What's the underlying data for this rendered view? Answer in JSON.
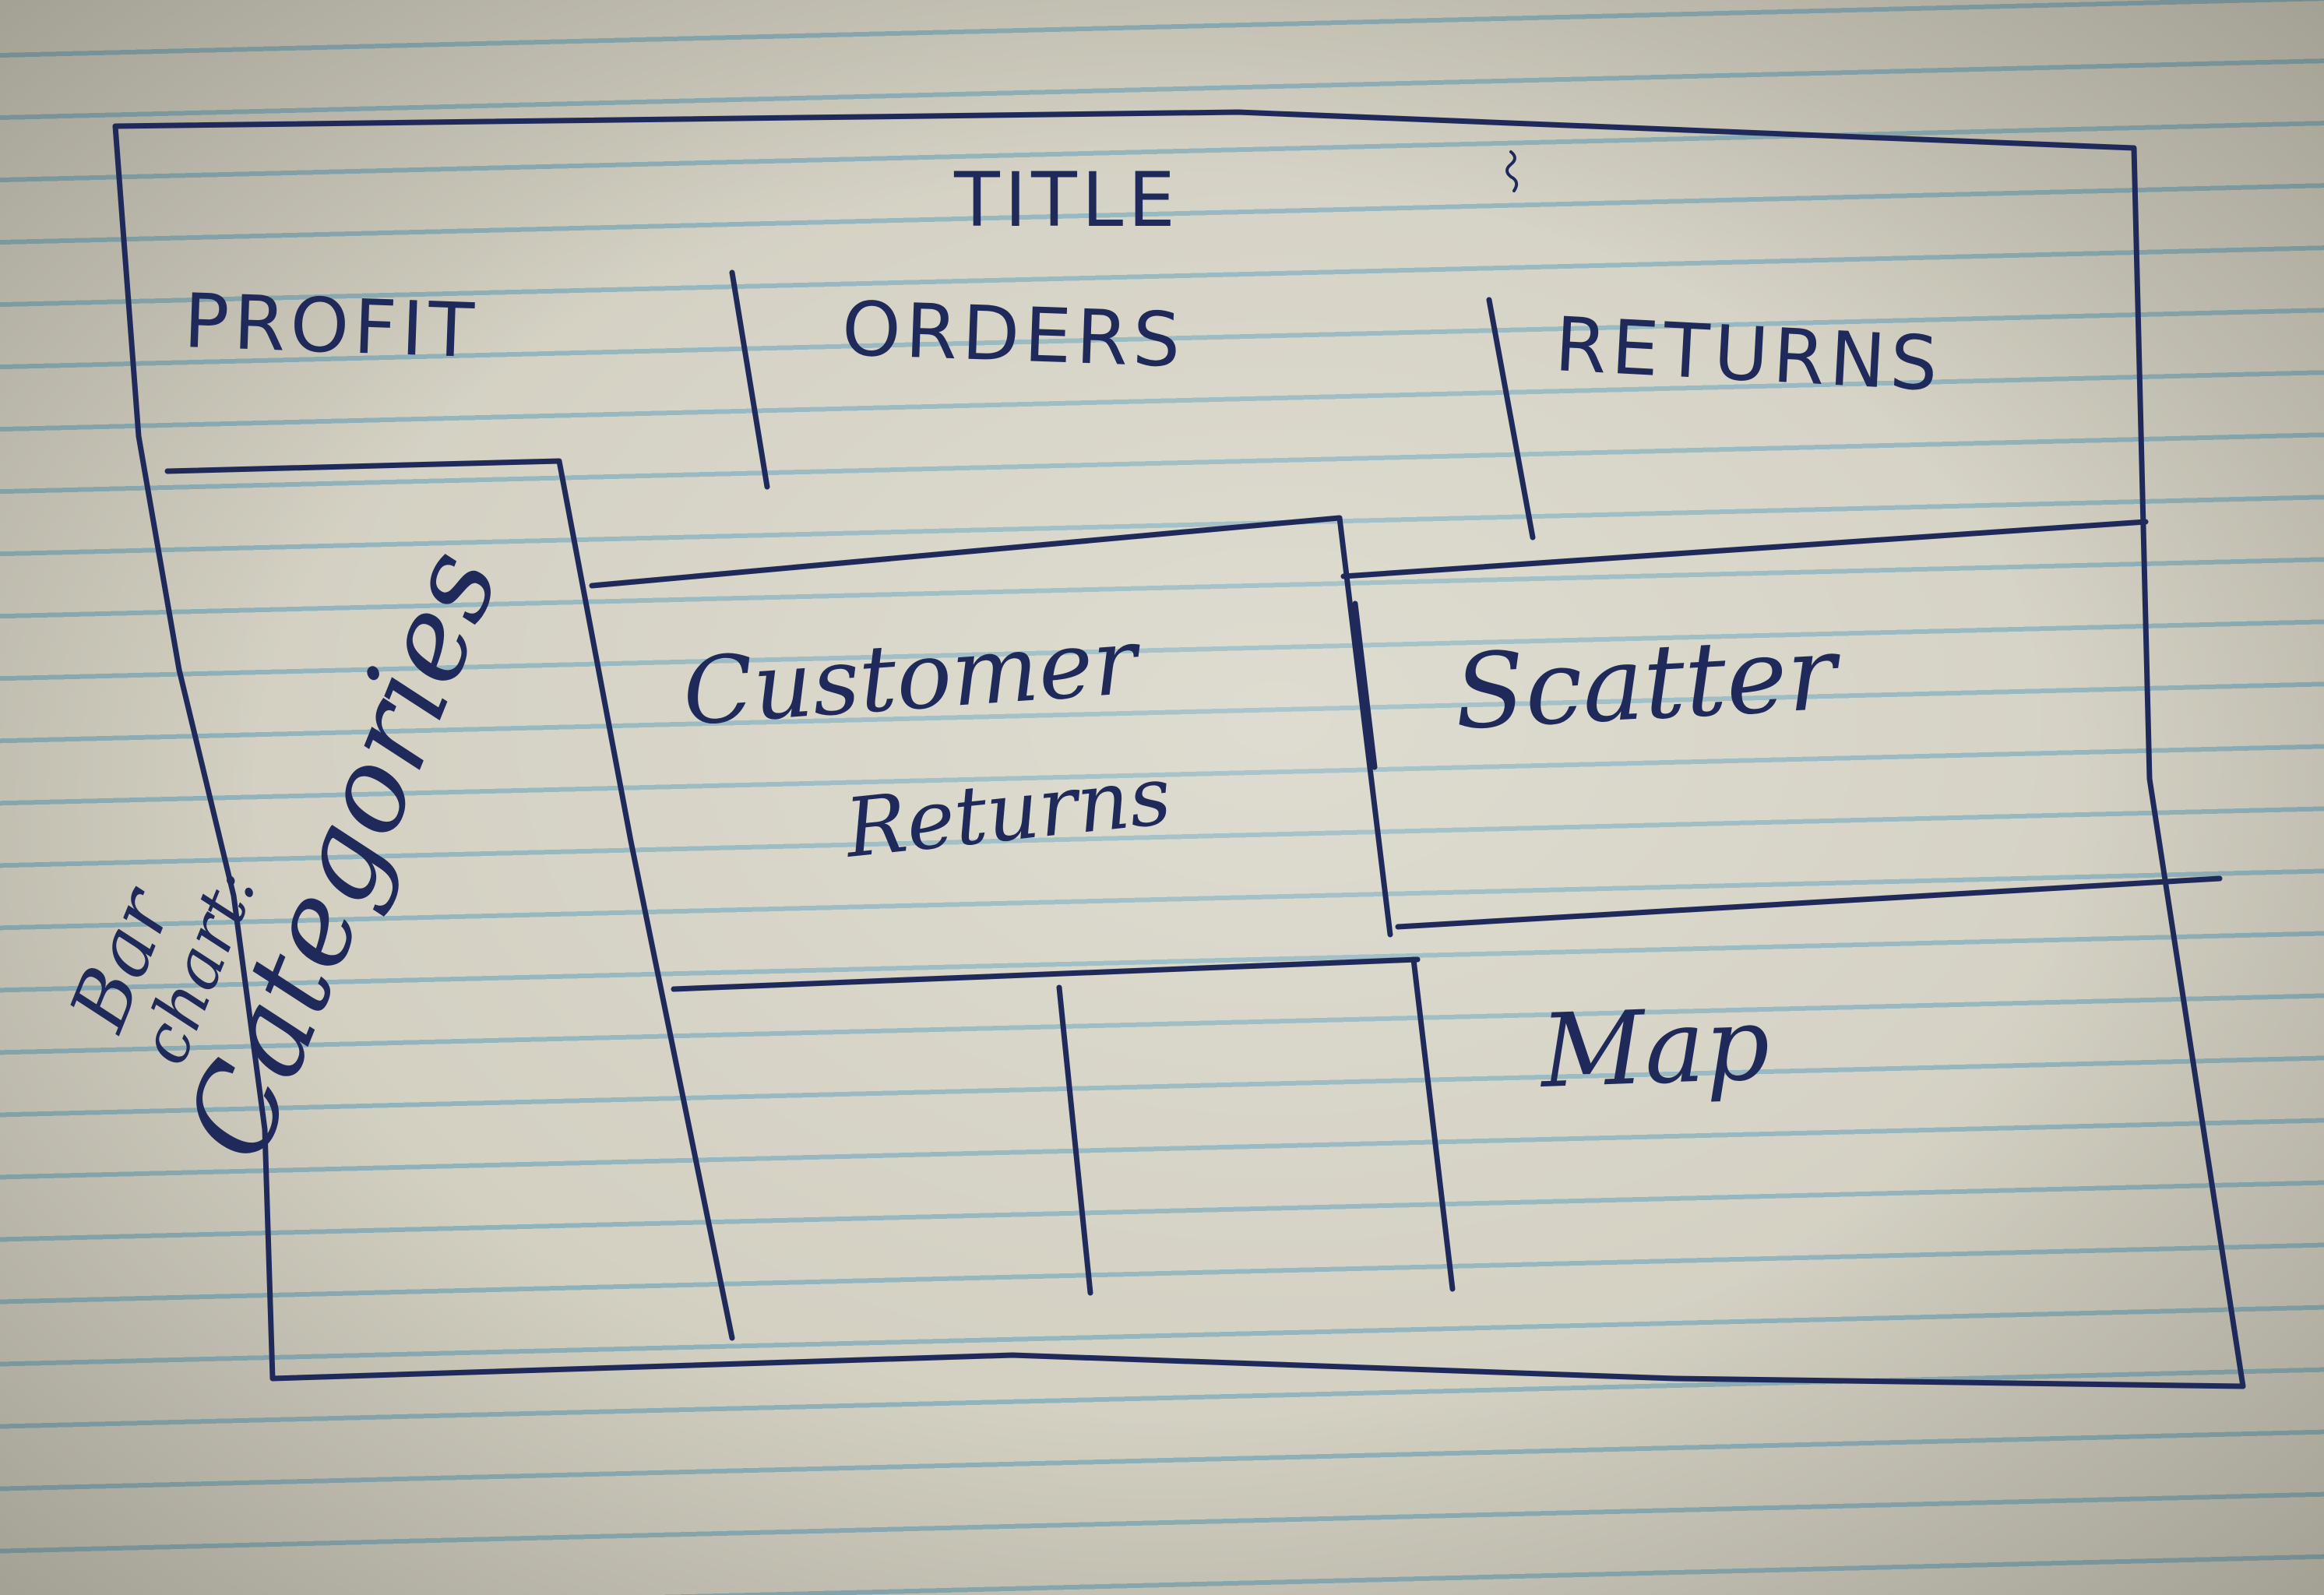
{
  "wireframe": {
    "title": "TITLE",
    "kpis": [
      "PROFIT",
      "ORDERS",
      "RETURNS"
    ],
    "panels": {
      "bar_chart": [
        "Bar",
        "chart:",
        "Categories"
      ],
      "customer_returns": [
        "Customer",
        "Returns"
      ],
      "scatter": "Scatter",
      "map": "Map"
    }
  },
  "colors": {
    "ink": "#1f2a5a",
    "paper": "#d3d0c2",
    "rule_lines": "#8fb3bd"
  }
}
